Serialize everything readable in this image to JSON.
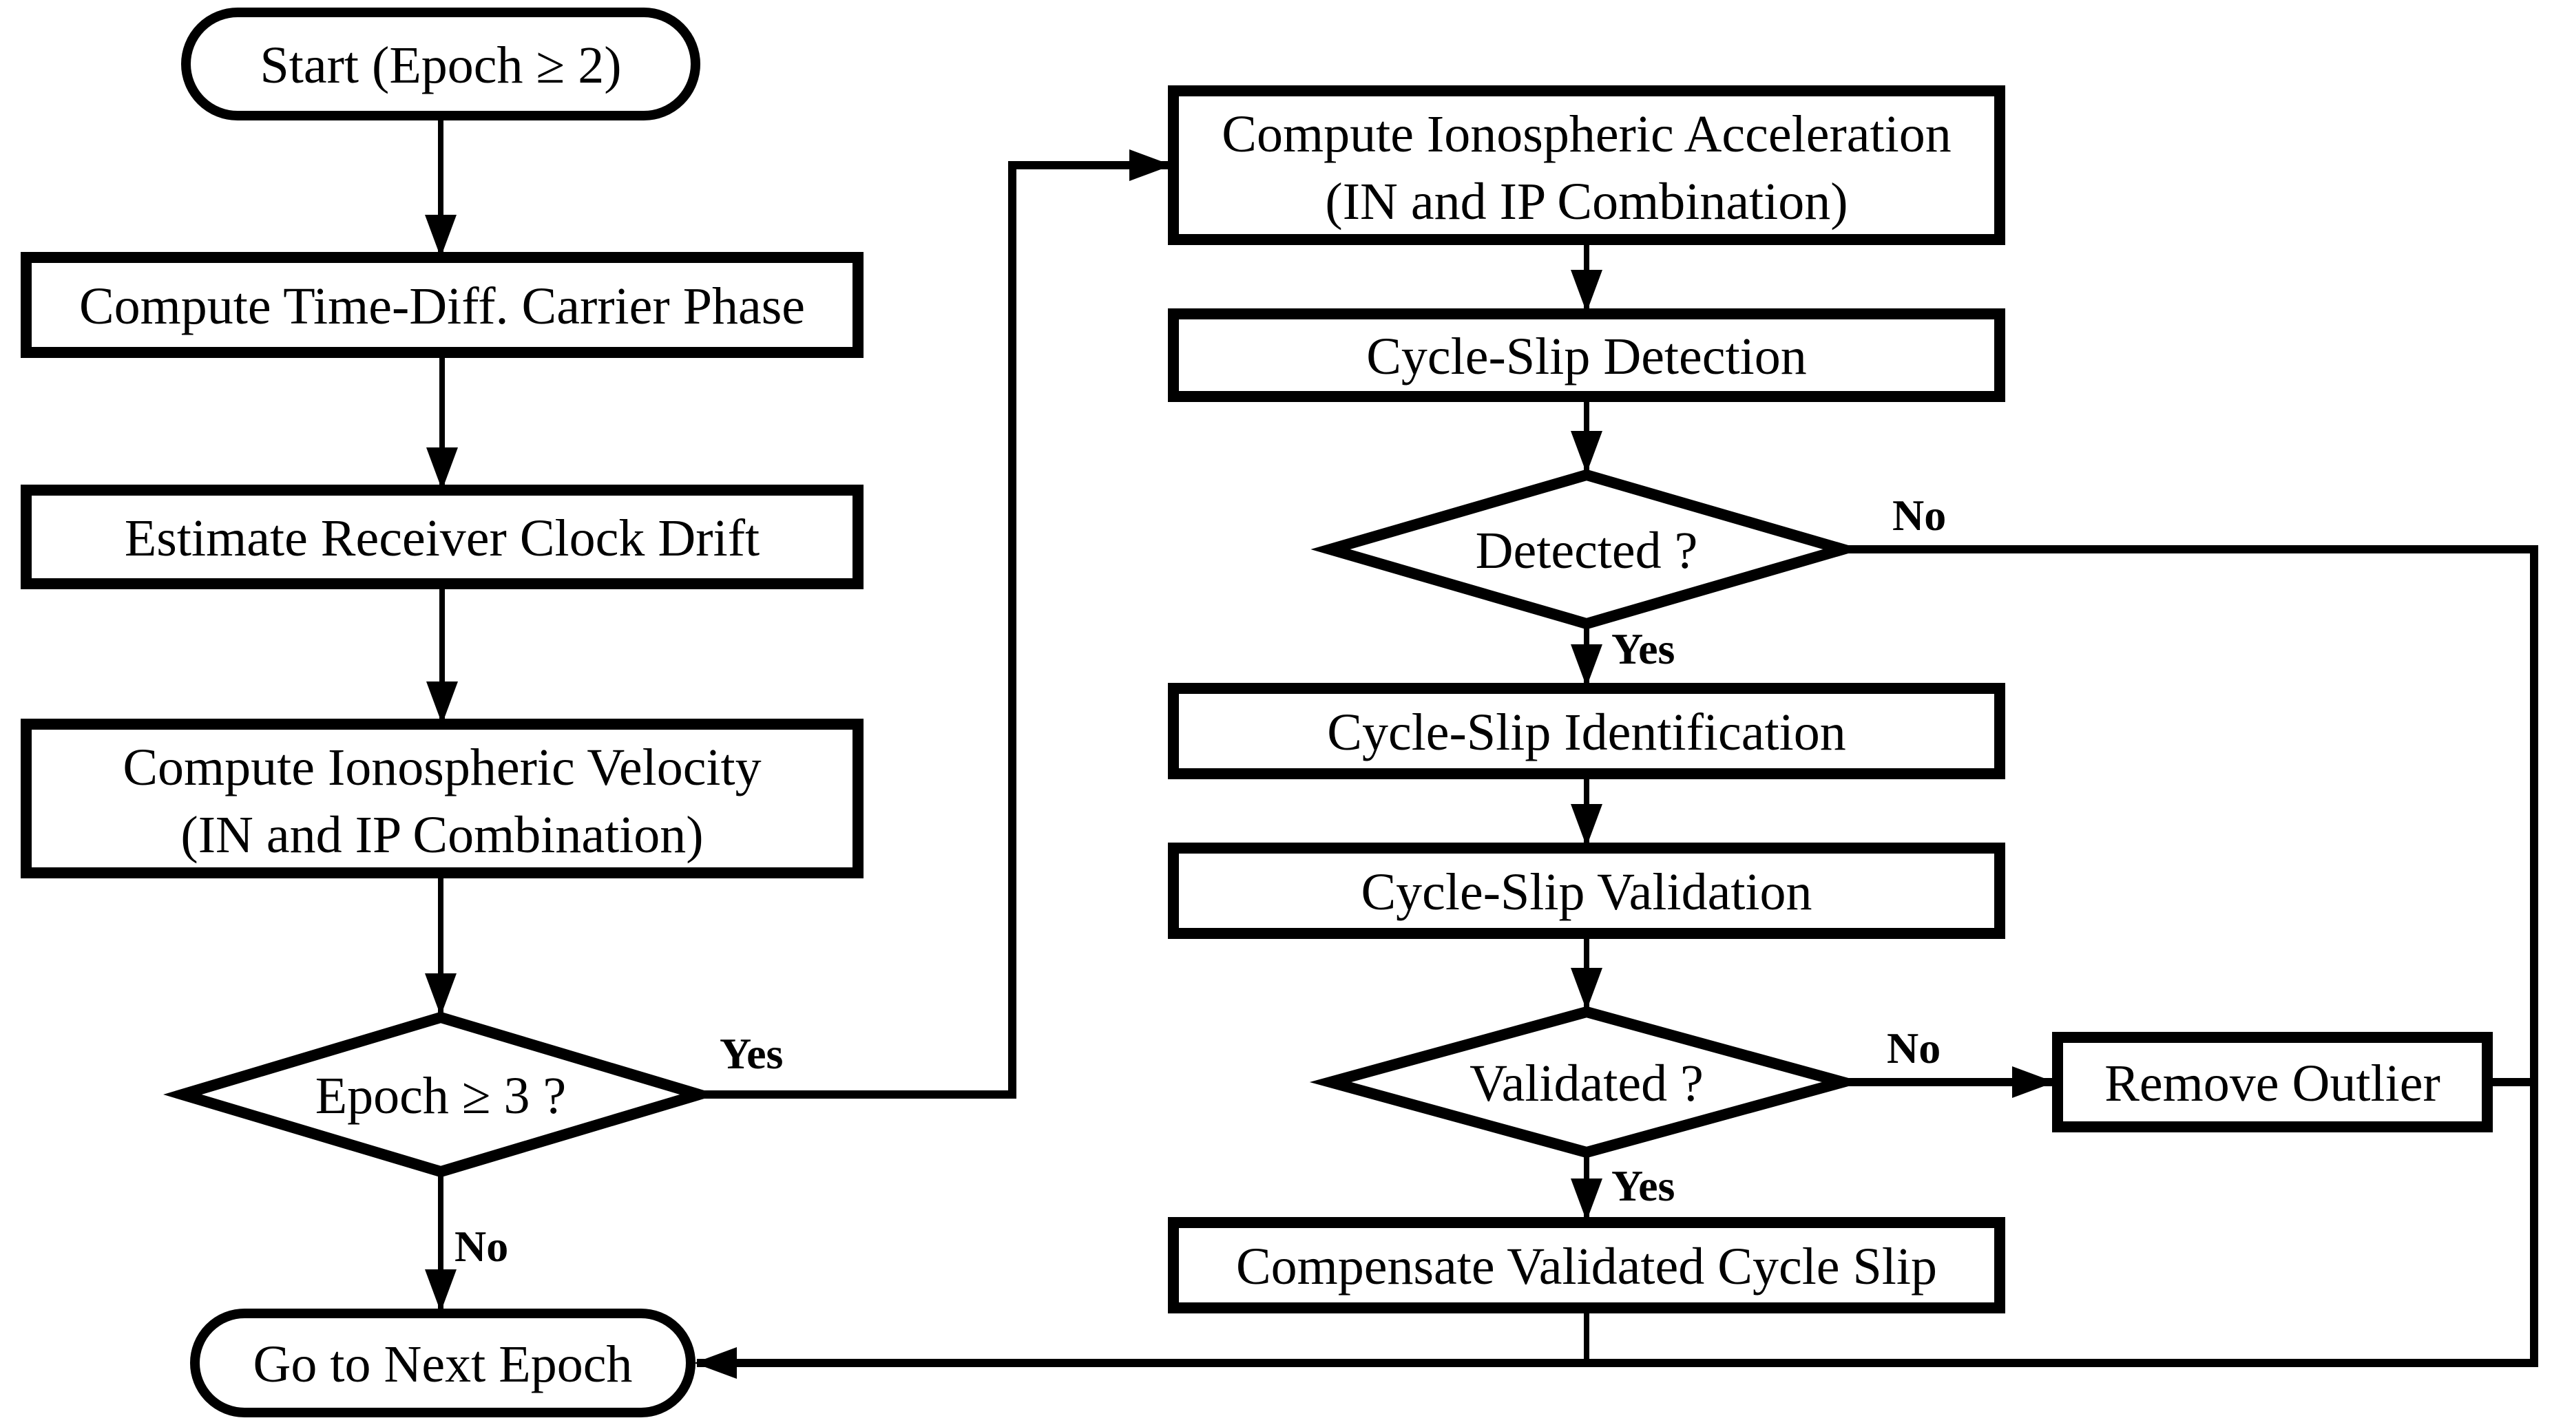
{
  "diagram": {
    "type": "flowchart",
    "colors": {
      "ink": "#000000",
      "background": "#ffffff"
    },
    "nodes": {
      "start": {
        "type": "terminator",
        "label": "Start (Epoch ≥ 2)"
      },
      "compute_phase": {
        "type": "process",
        "label": "Compute Time-Diff. Carrier Phase"
      },
      "estimate_drift": {
        "type": "process",
        "label": "Estimate Receiver Clock Drift"
      },
      "iono_velocity": {
        "type": "process",
        "label_line1": "Compute Ionospheric Velocity",
        "label_line2": "(IN and IP Combination)"
      },
      "epoch_check": {
        "type": "decision",
        "label": "Epoch ≥ 3 ?"
      },
      "next_epoch": {
        "type": "terminator",
        "label": "Go to Next Epoch"
      },
      "iono_acceleration": {
        "type": "process",
        "label_line1": "Compute Ionospheric Acceleration",
        "label_line2": "(IN and IP Combination)"
      },
      "cycle_slip_detection": {
        "type": "process",
        "label": "Cycle-Slip Detection"
      },
      "detected_check": {
        "type": "decision",
        "label": "Detected ?"
      },
      "cycle_slip_identification": {
        "type": "process",
        "label": "Cycle-Slip Identification"
      },
      "cycle_slip_validation": {
        "type": "process",
        "label": "Cycle-Slip Validation"
      },
      "validated_check": {
        "type": "decision",
        "label": "Validated ?"
      },
      "remove_outlier": {
        "type": "process",
        "label": "Remove Outlier"
      },
      "compensate": {
        "type": "process",
        "label": "Compensate Validated Cycle Slip"
      }
    },
    "edge_labels": {
      "epoch_yes": "Yes",
      "epoch_no": "No",
      "detected_yes": "Yes",
      "detected_no": "No",
      "validated_yes": "Yes",
      "validated_no": "No"
    }
  }
}
